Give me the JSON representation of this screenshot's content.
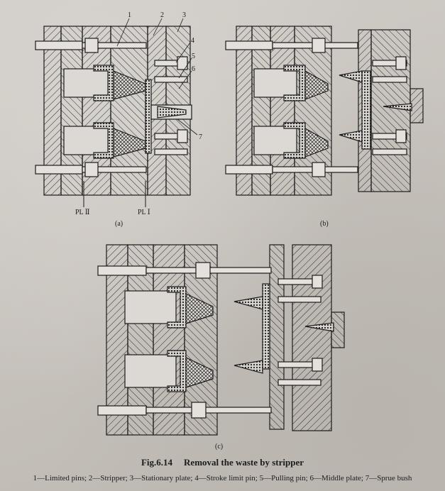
{
  "figure": {
    "number": "Fig.6.14",
    "title": "Removal the waste by stripper",
    "legend": "1—Limited pins; 2—Stripper; 3—Stationary plate; 4—Stroke limit pin; 5—Pulling pin; 6—Middle plate; 7—Sprue bush"
  },
  "panels": {
    "a": {
      "label": "(a)",
      "callouts": [
        "1",
        "2",
        "3",
        "4",
        "5",
        "6",
        "7"
      ],
      "parting_lines": [
        "PL Ⅱ",
        "PL Ⅰ"
      ]
    },
    "b": {
      "label": "(b)"
    },
    "c": {
      "label": "(c)"
    }
  },
  "colors": {
    "ink": "#1c1c1c",
    "paper": "#c9c4bf",
    "hatch": "#2a2a2a"
  }
}
